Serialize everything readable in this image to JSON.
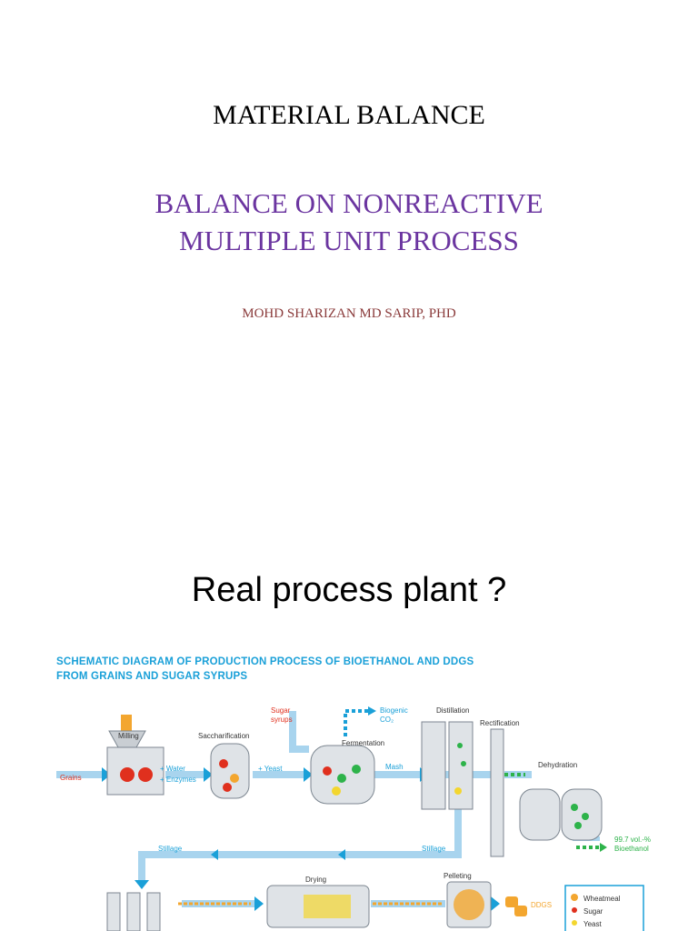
{
  "slide1": {
    "title": "MATERIAL BALANCE",
    "subtitle_line1": "BALANCE ON  NONREACTIVE",
    "subtitle_line2": "MULTIPLE UNIT PROCESS",
    "author": "MOHD SHARIZAN MD SARIP, PHD"
  },
  "slide2": {
    "title": "Real process plant ?",
    "diagram_title_line1": "SCHEMATIC DIAGRAM OF PRODUCTION PROCESS OF BIOETHANOL AND DDGS",
    "diagram_title_line2": "FROM GRAINS AND SUGAR SYRUPS",
    "labels": {
      "grains": "Grains",
      "milling": "Milling",
      "water": "+ Water",
      "enzymes": "+ Enzymes",
      "saccharification": "Saccharification",
      "yeast_add": "+ Yeast",
      "sugar1": "Sugar",
      "sugar2": "syrups",
      "fermentation": "Fermentation",
      "biogenic1": "Biogenic",
      "biogenic2": "CO₂",
      "mash": "Mash",
      "distillation": "Distillation",
      "rectification": "Rectification",
      "dehydration": "Dehydration",
      "vol": "99.7 vol.-%",
      "bioethanol": "Bioethanol",
      "stillage1": "Stillage",
      "stillage2": "Stillage",
      "drying": "Drying",
      "pelleting": "Pelleting",
      "ddgs": "DDGS"
    },
    "legend": [
      "Wheatmeal",
      "Sugar",
      "Yeast"
    ]
  },
  "colors": {
    "purple": "#6b35a0",
    "maroon": "#8a3a3a",
    "blue": "#1aa0d8",
    "pipe": "#a8d4ee",
    "red": "#e0301e",
    "green": "#2db34a"
  }
}
